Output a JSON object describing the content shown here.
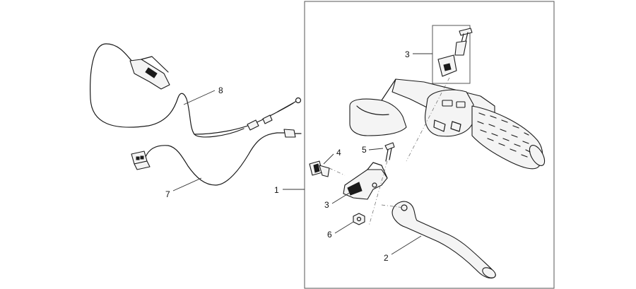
{
  "callouts": {
    "c1": "1",
    "c2": "2",
    "c3_top": "3",
    "c3_mid": "3",
    "c4": "4",
    "c5": "5",
    "c6": "6",
    "c7": "7",
    "c8": "8"
  },
  "colors": {
    "line": "#1a1a1a",
    "frame": "#555555",
    "background": "#ffffff"
  }
}
